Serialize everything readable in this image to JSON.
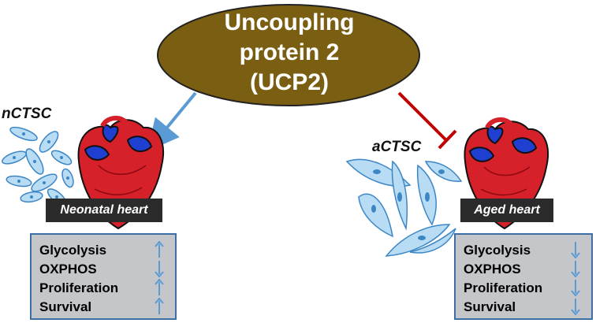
{
  "center": {
    "lines": [
      "Uncoupling",
      "protein 2",
      "(UCP2)"
    ],
    "fill": "#7a5f12"
  },
  "left": {
    "cell_label": "nCTSC",
    "heart_label": "Neonatal heart",
    "arrow_color": "#5b9bd5",
    "items": [
      {
        "name": "Glycolysis",
        "direction": "up"
      },
      {
        "name": "OXPHOS",
        "direction": "down"
      },
      {
        "name": "Proliferation",
        "direction": "up"
      },
      {
        "name": "Survival",
        "direction": "up"
      }
    ]
  },
  "right": {
    "cell_label": "aCTSC",
    "heart_label": "Aged heart",
    "arrow_color": "#c00000",
    "items": [
      {
        "name": "Glycolysis",
        "direction": "down"
      },
      {
        "name": "OXPHOS",
        "direction": "down"
      },
      {
        "name": "Proliferation",
        "direction": "down"
      },
      {
        "name": "Survival",
        "direction": "down"
      }
    ]
  },
  "colors": {
    "heart_red": "#d6202a",
    "heart_blue": "#1f3fd1",
    "cell_fill": "#b8dcf3",
    "cell_nucleus": "#3d86c6",
    "box_fill": "#c4c6c9",
    "indicator": "#5b9bd5"
  }
}
